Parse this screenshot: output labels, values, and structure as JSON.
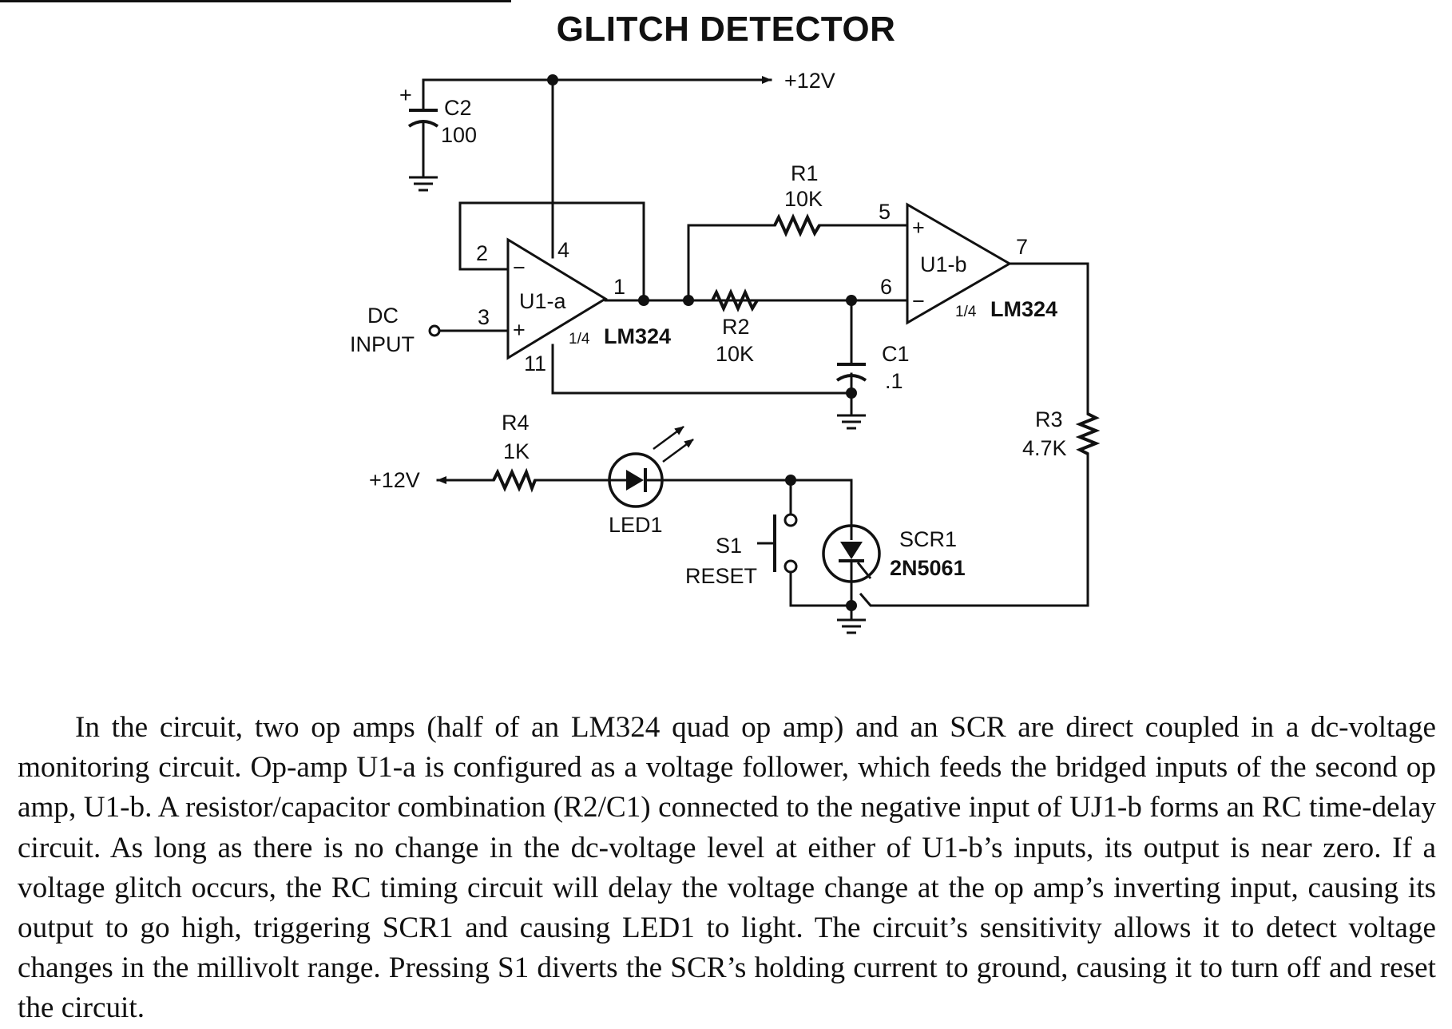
{
  "title": "GLITCH DETECTOR",
  "schematic": {
    "supply_top": "+12V",
    "supply_left": "+12V",
    "dc_input": [
      "DC",
      "INPUT"
    ],
    "c2": {
      "name": "C2",
      "value": "100",
      "polarity": "+"
    },
    "c1": {
      "name": "C1",
      "value": ".1"
    },
    "r1": {
      "name": "R1",
      "value": "10K"
    },
    "r2": {
      "name": "R2",
      "value": "10K"
    },
    "r3": {
      "name": "R3",
      "value": "4.7K"
    },
    "r4": {
      "name": "R4",
      "value": "1K"
    },
    "u1a": {
      "name": "U1-a",
      "fraction": "1/4",
      "part": "LM324",
      "pins": {
        "inv": "2",
        "noninv": "3",
        "vcc": "4",
        "out": "1",
        "gnd": "11"
      },
      "signs": {
        "inv": "−",
        "noninv": "+"
      }
    },
    "u1b": {
      "name": "U1-b",
      "fraction": "1/4",
      "part": "LM324",
      "pins": {
        "noninv": "5",
        "inv": "6",
        "out": "7"
      },
      "signs": {
        "noninv": "+",
        "inv": "−"
      }
    },
    "led": {
      "name": "LED1"
    },
    "s1": {
      "name": "S1",
      "label": "RESET"
    },
    "scr": {
      "name": "SCR1",
      "part": "2N5061"
    }
  },
  "description": "In the circuit, two op amps (half of an LM324 quad op amp) and an SCR are direct coupled in a dc-voltage monitoring circuit. Op-amp U1-a is configured as a voltage follower, which feeds the bridged inputs of the second op amp, U1-b. A resistor/capacitor combination (R2/C1) connected to the negative input of UJ1-b forms an RC time-delay circuit. As long as there is no change in the dc-voltage level at either of U1-b’s inputs, its output is near zero. If a voltage glitch occurs, the RC timing circuit will delay the voltage change at the op amp’s inverting input, causing its output to go high, triggering SCR1 and causing LED1 to light. The circuit’s sensitivity allows it to detect voltage changes in the millivolt range. Pressing S1 diverts the SCR’s holding current to ground, causing it to turn off and reset the circuit."
}
